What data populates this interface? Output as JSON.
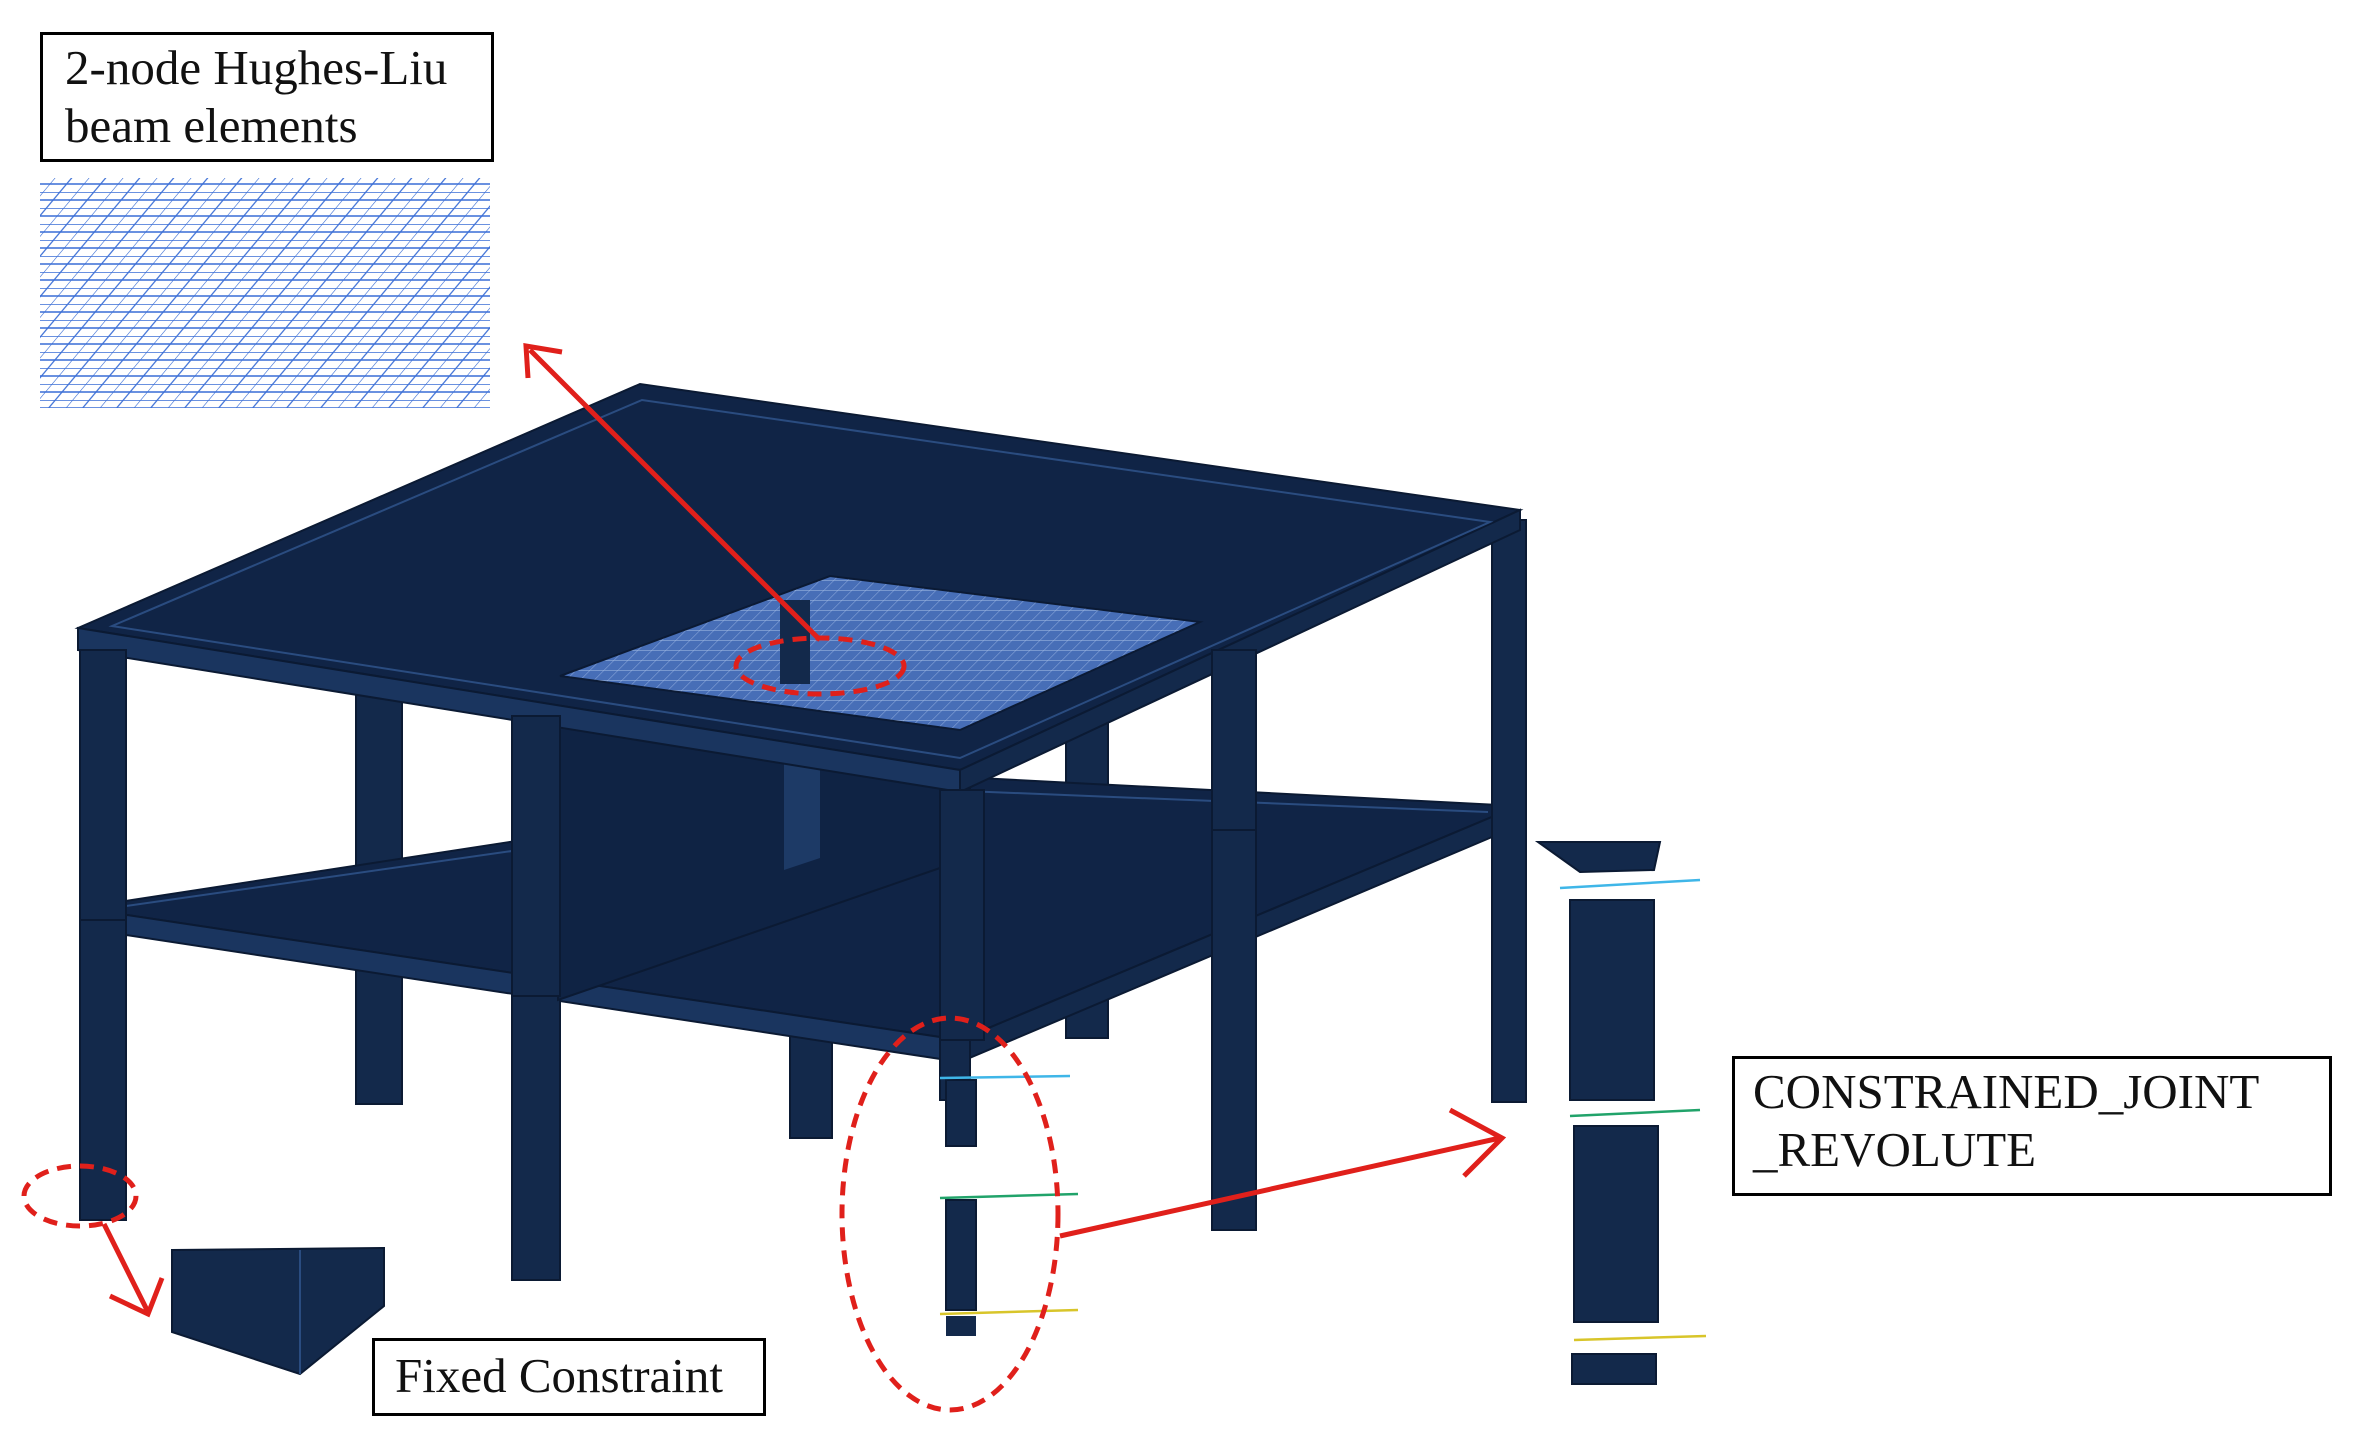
{
  "labels": {
    "beam_line1": "2-node Hughes-Liu",
    "beam_line2": "beam elements",
    "joint_line1": "CONSTRAINED_JOINT",
    "joint_line2": "_REVOLUTE",
    "fixed": "Fixed Constraint"
  },
  "colors": {
    "structure": "#13294b",
    "structure_dark": "#0b1a33",
    "structure_light": "#1d3a66",
    "mesh": "#3c6fd6",
    "highlight": "#e0201b",
    "joint_cyan": "#3fb6e8",
    "joint_green": "#21a36a",
    "joint_yellow": "#d8c52a"
  }
}
